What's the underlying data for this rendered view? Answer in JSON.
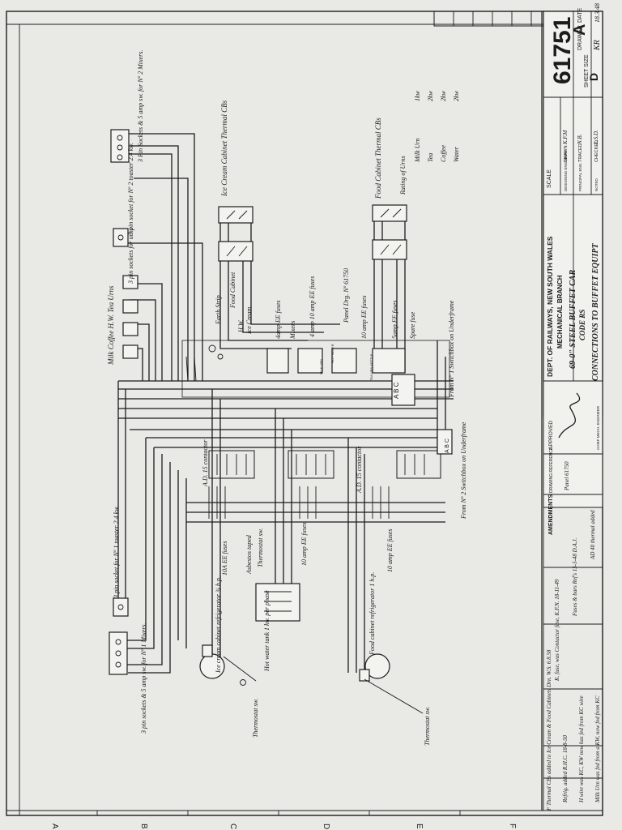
{
  "title_block": {
    "drawing_number": "61751",
    "revision": "A",
    "org_line1": "DEPT. OF RAILWAYS, NEW SOUTH WALES",
    "org_line2": "MECHANICAL BRANCH",
    "title_line1": "69-0\" STEEL BUFFET CAR",
    "title_line2": "CODE RS",
    "title_line3": "CONNECTIONS TO BUFFET EQUIPT",
    "scale_label": "SCALE",
    "sheet_size_label": "SHEET SIZE",
    "sheet_size": "D",
    "drawer_label": "DRAWER",
    "drawer": "KR",
    "date_label": "DATE",
    "date": "18.3.48",
    "drawn_label": "DRAWN",
    "drawn_by": "K.F.M",
    "traced_label": "TRACED",
    "traced_by": "N.B.",
    "checked_label": "CHECKED",
    "checked_by": "L.S.D.",
    "designing_engineer_label": "DESIGNING ENGINEER",
    "principal_engineer_label": "PRINCIPAL ENG.",
    "noted_label": "NOTED",
    "approved_label": "APPROVED",
    "chief_label": "CHIEF MECH. ENGINEER",
    "drawing_reference_label": "DRAWING REFERENCE",
    "drawing_reference": "Panel 61750",
    "amendments_label": "AMENDMENTS"
  },
  "amendments": [
    "F Thermal CBs added to Ice Cream & Food Cabinets Drn. W.S. 6.8.58",
    "Refrig. added R.H.C. 18-8-50",
    "H wire was KC, KW now has fed from KC wire",
    "Milk Urn was fed from a KW, now fed from KC",
    "K. fuse, was Contactor fuse, K.F.N. 18-11-49",
    "Fuses & bars Ref's 15-5-48 D.A.J.",
    "AD 40 thermal added"
  ],
  "diagram": {
    "milk_coffee_hw_tea_urns": "Milk  Coffee  H.W.  Tea Urns",
    "sockets_no2_mixers": "3 Pin Sockets & 5 amp sw. for Nº 2 Mixers.",
    "socket_no2_toaster": "3 pin socket for Nº 2 toaster 2.4 kw.",
    "sockets_urns": "3 pin sockets for urns",
    "ice_cream_thermal": "Ice Cream Cabinet Thermal CBs",
    "food_thermal": "Food Cabinet Thermal CBs",
    "ratings_title": "Rating of Urns",
    "ratings": [
      {
        "name": "Milk Urn",
        "value": "1kw"
      },
      {
        "name": "Tea",
        "value": "2kw"
      },
      {
        "name": "Coffee",
        "value": "2kw"
      },
      {
        "name": "Water",
        "value": "2kw"
      }
    ],
    "earth_strip": "Earth Strip",
    "food_cabinet": "Food Cabinet",
    "hw": "H.W.",
    "ice_cream": "Ice Cream",
    "mixers": "Mixers",
    "fuses_4amp": "4amp EE fuses",
    "fuses_4amp_10amp": "4 amp 10 amp EE fuses",
    "panel_drg": "Panel Drg. Nº 61750",
    "fuses_10amp_top": "10 amp EE fuses",
    "fuses_5amp": "5amp EE fuses",
    "spare_fuse": "Spare fuse",
    "from_no1": "From Nº 1 Switchbox on Underframe",
    "from_no2": "From Nº 2 Switchbox on Underframe",
    "ad15_contactor": "A.D. 15 contactor",
    "ad15_contactor_2": "A.D. 15 contactor",
    "fuses_10a_left": "10A EE fuses",
    "asbestos": "Asbestos taped",
    "thermostat_sw": "Thermostat sw.",
    "fuses_10amp_mid": "10 amp EE fuses",
    "fuses_10amp_low": "10 amp EE fuses",
    "socket_no1_toaster": "3 pin socket for Nº 1 toaster 2.4 kw.",
    "ice_cream_refrig": "Ice cream cabinet refrigerator ¾ h.p.",
    "hot_water_tank": "Hot water tank 1 kw. per phase",
    "food_refrig": "Food cabinet refrigerator 1 h.p.",
    "sockets_no1_mixers": "3 pin sockets & 5 amp sw. for Nº 1 Mixers.",
    "thermostat_sw_bottom_left": "Thermostat sw.",
    "thermostat_sw_bottom": "Thermostat sw.",
    "tea_urn_kettle": "TEA URN KETTLE",
    "hot_water": "HOT WATER",
    "milk_urn": "MILK URN",
    "abc_1": "A B C",
    "abc_2": "A B C"
  },
  "border": {
    "columns": [
      "A",
      "B",
      "C",
      "D",
      "E",
      "F"
    ]
  },
  "colors": {
    "paper": "#e9e9e6",
    "ink": "#1c1c1c",
    "background": "#2a2a2a"
  }
}
